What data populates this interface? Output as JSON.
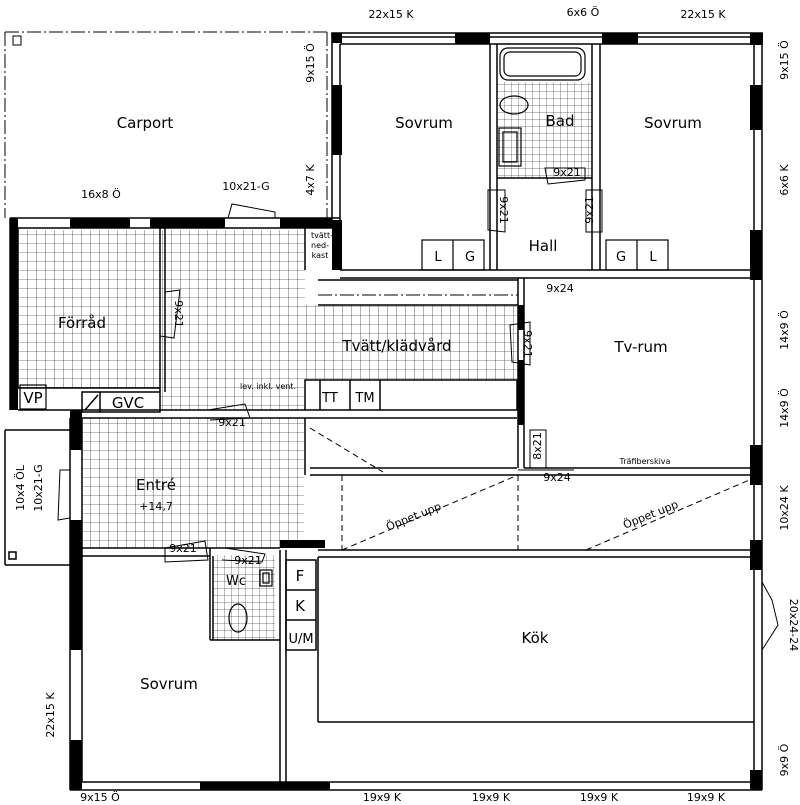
{
  "rooms": {
    "carport": "Carport",
    "sovrum_tl": "Sovrum",
    "bad": "Bad",
    "sovrum_tr": "Sovrum",
    "hall": "Hall",
    "forrad": "Förråd",
    "tvatt": "Tvätt/klädvård",
    "tvrum": "Tv-rum",
    "entre": "Entré",
    "entre_level": "+14,7",
    "wc": "Wc",
    "kok": "Kök",
    "sovrum_bl": "Sovrum"
  },
  "fixtures": {
    "vp": "VP",
    "gvc": "GVC",
    "tt": "TT",
    "tm": "TM",
    "l1": "L",
    "g1": "G",
    "g2": "G",
    "l2": "L",
    "f": "F",
    "k": "K",
    "um": "U/M",
    "tvatt_nedkast_1": "tvätt-",
    "tvatt_nedkast_2": "ned-",
    "tvatt_nedkast_3": "kast",
    "lev_vent": "lev. inkl. vent.",
    "trafiber": "Träfiberskiva",
    "oppet_upp_1": "Öppet upp",
    "oppet_upp_2": "Öppet upp"
  },
  "dimensions": {
    "top_22x15_left": "22x15 K",
    "top_6x6": "6x6 Ö",
    "top_22x15_right": "22x15 K",
    "carport_16x8": "16x8 Ö",
    "carport_10x21": "10x21-G",
    "left_9x15": "9x15 Ö",
    "left_4x7": "4x7 K",
    "bad_door_9x21": "9x21",
    "hall_door_left": "9x21",
    "hall_door_right": "9x21",
    "hall_9x24": "9x24",
    "forrad_door": "9x21",
    "tvatt_door": "9x21",
    "entre_door_9x21": "9x21",
    "stair_8x21": "8x21",
    "tv_9x24": "9x24",
    "entre_bottom_9x21": "9x21",
    "wc_door_9x21": "9x21",
    "ext_10x4": "10x4 ÖL",
    "ext_10x21": "10x21-G",
    "right_9x15": "9x15 Ö",
    "right_6x6": "6x6 K",
    "right_14x9_a": "14x9 Ö",
    "right_14x9_b": "14x9 Ö",
    "right_10x24": "10x24 K",
    "right_20x24": "20x24-24",
    "right_9x9": "9x9 Ö",
    "left_22x15": "22x15 K",
    "bottom_9x15": "9x15 Ö",
    "bottom_19x9_1": "19x9 K",
    "bottom_19x9_2": "19x9 K",
    "bottom_19x9_3": "19x9 K",
    "bottom_19x9_4": "19x9 K"
  }
}
